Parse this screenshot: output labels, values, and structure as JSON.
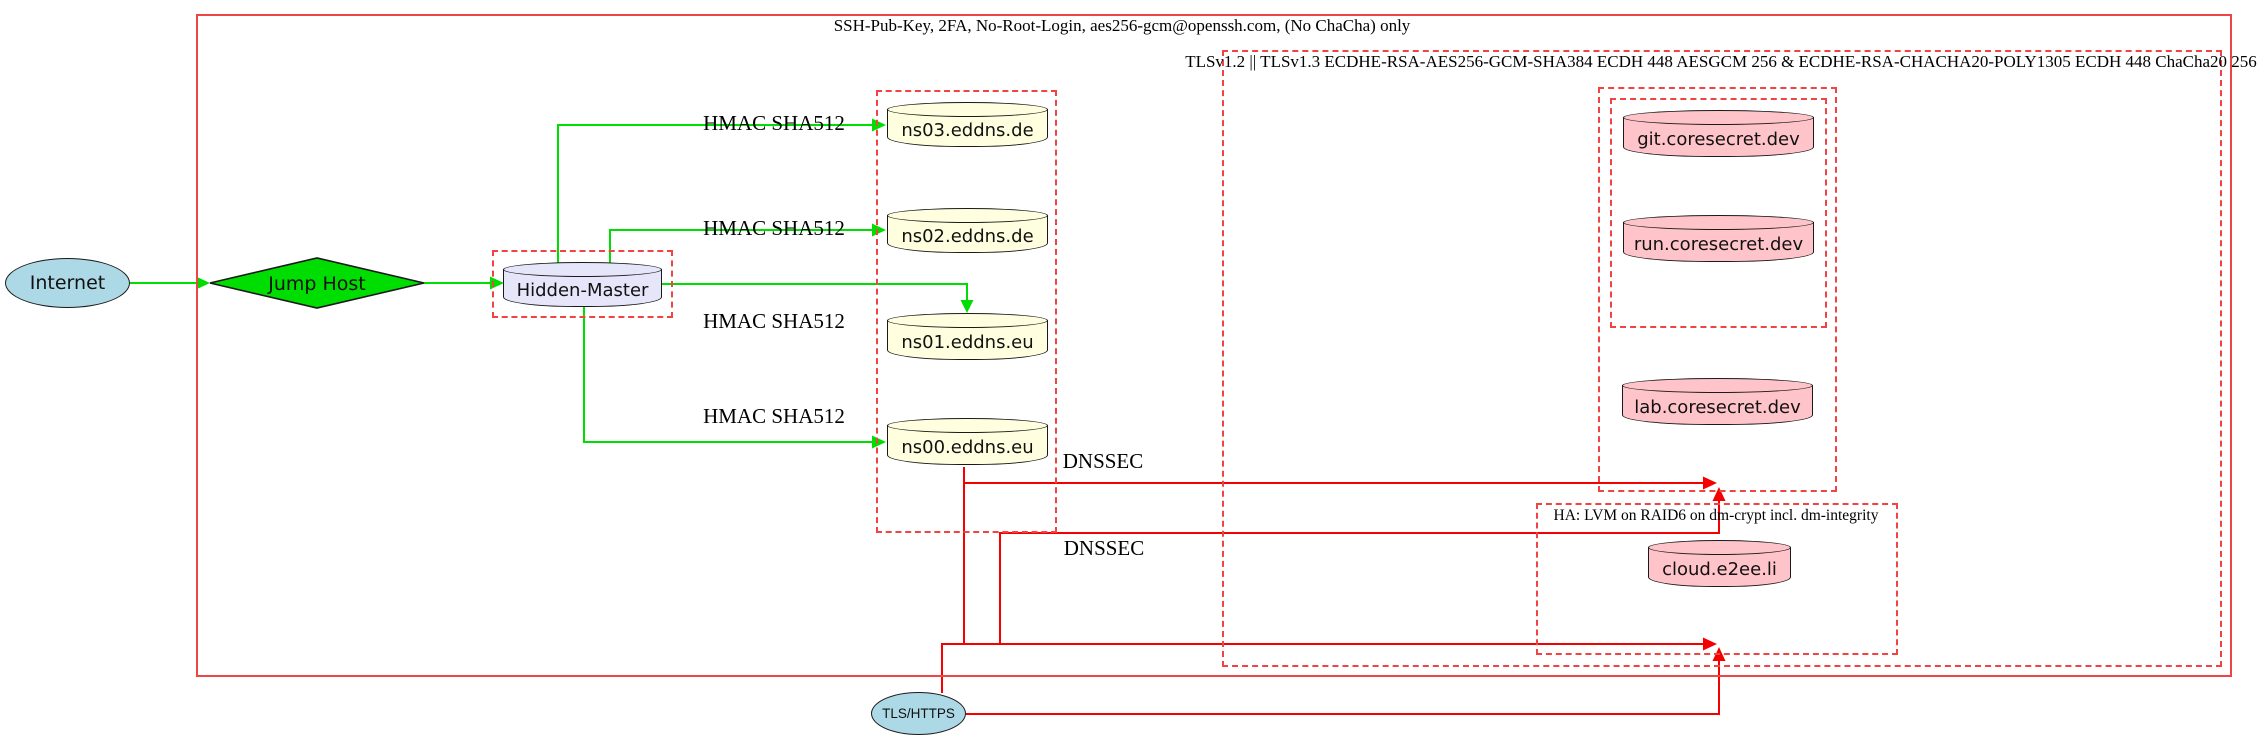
{
  "diagram": {
    "type": "network-security-architecture",
    "outer_cluster_label": "SSH-Pub-Key, 2FA, No-Root-Login, aes256-gcm@openssh.com, (No ChaCha) only",
    "tls_cluster_label": "TLSv1.2 || TLSv1.3 ECDHE-RSA-AES256-GCM-SHA384 ECDH 448 AESGCM 256 & ECDHE-RSA-CHACHA20-POLY1305 ECDH 448 ChaCha20 256",
    "ha_cluster_label": "HA: LVM on RAID6 on dm-crypt incl. dm-integrity",
    "nodes": {
      "internet": "Internet",
      "jump_host": "Jump Host",
      "hidden_master": "Hidden-Master",
      "ns03": "ns03.eddns.de",
      "ns02": "ns02.eddns.de",
      "ns01": "ns01.eddns.eu",
      "ns00": "ns00.eddns.eu",
      "git": "git.coresecret.dev",
      "run": "run.coresecret.dev",
      "lab": "lab.coresecret.dev",
      "cloud": "cloud.e2ee.li",
      "tls_https": "TLS/HTTPS"
    },
    "edges": {
      "hmac_label": "HMAC SHA512",
      "dnssec_label": "DNSSEC"
    },
    "colors": {
      "secure_edge_green": "#00dd00",
      "tls_edge_red": "#f40000",
      "cluster_border_red": "#f04343",
      "internet_blue": "#add8e6",
      "jump_host_green": "#00dd00",
      "hidden_master_lavender": "#e6e6fa",
      "dns_yellow": "#ffffe0",
      "web_pink": "#ffc4c9",
      "node_border": "#1a1a1a"
    }
  }
}
